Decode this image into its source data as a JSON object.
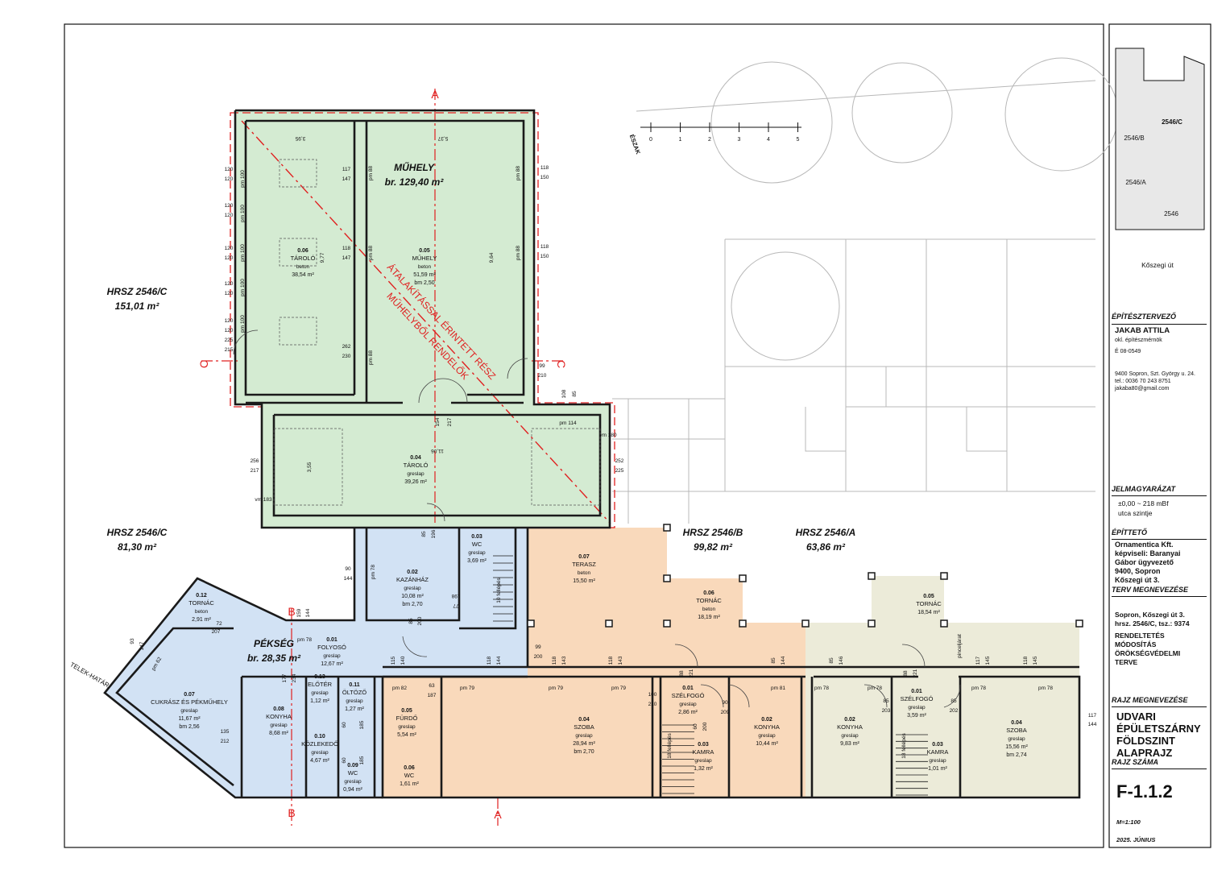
{
  "colors": {
    "green_zone": "#d4ebd2",
    "blue_zone": "#d2e2f4",
    "orange_zone": "#f9d9bb",
    "beige_zone": "#ecebd9",
    "wall": "#1a1a1a",
    "red_marker": "#e02020",
    "landscape_lines": "#b8b8b8"
  },
  "parcels": [
    {
      "name": "HRSZ 2546/C",
      "area": "151,01 m²"
    },
    {
      "name": "HRSZ 2546/C",
      "area": "81,30 m²"
    },
    {
      "name": "HRSZ 2546/B",
      "area": "99,82 m²"
    },
    {
      "name": "HRSZ 2546/A",
      "area": "63,86 m²"
    }
  ],
  "zones": {
    "muhely": {
      "title": "MŰHELY",
      "area": "br. 129,40 m²"
    },
    "pekseg": {
      "title": "PÉKSÉG",
      "area": "br. 28,35 m²"
    }
  },
  "diagonal_note": [
    "ÁTALAKÍTÁSSAL ÉRINTETT RÉSZ",
    "MŰHELYBŐL RENDELŐK"
  ],
  "rooms": [
    {
      "num": "0.06",
      "name": "TÁROLÓ",
      "floor": "beton",
      "area": "38,54 m²",
      "extra": ""
    },
    {
      "num": "0.05",
      "name": "MŰHELY",
      "floor": "beton",
      "area": "51,59 m²",
      "extra": "bm 2,50"
    },
    {
      "num": "0.04",
      "name": "TÁROLÓ",
      "floor": "greslap",
      "area": "39,26 m²",
      "extra": ""
    },
    {
      "num": "0.03",
      "name": "WC",
      "floor": "greslap",
      "area": "3,69 m²",
      "extra": ""
    },
    {
      "num": "0.02",
      "name": "KAZÁNHÁZ",
      "floor": "greslap",
      "area": "10,08 m²",
      "extra": "bm 2,70"
    },
    {
      "num": "0.12",
      "name": "TORNÁC",
      "floor": "beton",
      "area": "2,91 m²",
      "extra": ""
    },
    {
      "num": "0.01",
      "name": "FOLYOSÓ",
      "floor": "greslap",
      "area": "12,67 m²",
      "extra": ""
    },
    {
      "num": "0.07",
      "name": "CUKRÁSZ ÉS PÉKMŰHELY",
      "floor": "greslap",
      "area": "11,67 m²",
      "extra": "bm 2,56"
    },
    {
      "num": "0.08",
      "name": "KONYHA",
      "floor": "greslap",
      "area": "8,68 m²",
      "extra": ""
    },
    {
      "num": "0.13",
      "name": "ELŐTÉR",
      "floor": "greslap",
      "area": "1,12 m²",
      "extra": ""
    },
    {
      "num": "0.11",
      "name": "ÖLTÖZŐ",
      "floor": "greslap",
      "area": "1,27 m²",
      "extra": ""
    },
    {
      "num": "0.10",
      "name": "KÖZLEKEDŐ",
      "floor": "greslap",
      "area": "4,67 m²",
      "extra": ""
    },
    {
      "num": "0.09",
      "name": "WC",
      "floor": "greslap",
      "area": "0,94 m²",
      "extra": ""
    },
    {
      "num": "0.07",
      "name": "TERASZ",
      "floor": "beton",
      "area": "15,50 m²",
      "extra": ""
    },
    {
      "num": "0.06",
      "name": "TORNÁC",
      "floor": "beton",
      "area": "18,19 m²",
      "extra": ""
    },
    {
      "num": "0.05",
      "name": "TORNÁC",
      "floor": "",
      "area": "18,54 m²",
      "extra": ""
    },
    {
      "num": "0.05",
      "name": "FÜRDŐ",
      "floor": "greslap",
      "area": "5,54 m²",
      "extra": ""
    },
    {
      "num": "0.06",
      "name": "WC",
      "floor": "",
      "area": "1,61 m²",
      "extra": ""
    },
    {
      "num": "0.04",
      "name": "SZOBA",
      "floor": "greslap",
      "area": "28,94 m²",
      "extra": "bm 2,70"
    },
    {
      "num": "0.01",
      "name": "SZÉLFOGÓ",
      "floor": "greslap",
      "area": "2,86 m²",
      "extra": ""
    },
    {
      "num": "0.03",
      "name": "KAMRA",
      "floor": "greslap",
      "area": "1,32 m²",
      "extra": ""
    },
    {
      "num": "0.02",
      "name": "KONYHA",
      "floor": "greslap",
      "area": "10,44 m²",
      "extra": ""
    },
    {
      "num": "0.02",
      "name": "KONYHA",
      "floor": "greslap",
      "area": "9,83 m²",
      "extra": ""
    },
    {
      "num": "0.01",
      "name": "SZÉLFOGÓ",
      "floor": "greslap",
      "area": "3,59 m²",
      "extra": ""
    },
    {
      "num": "0.03",
      "name": "KAMRA",
      "floor": "greslap",
      "area": "1,01 m²",
      "extra": ""
    },
    {
      "num": "0.04",
      "name": "SZOBA",
      "floor": "greslap",
      "area": "15,56 m²",
      "extra": "bm 2,74"
    }
  ],
  "dims": [
    "3,95",
    "5,37",
    "9,77",
    "9,64",
    "11,06",
    "3,55",
    "120",
    "120",
    "120",
    "120",
    "120",
    "120",
    "120",
    "120",
    "120",
    "120",
    "pm 100",
    "pm 100",
    "pm 100",
    "pm 100",
    "pm 100",
    "225",
    "215",
    "117",
    "147",
    "118",
    "147",
    "262",
    "230",
    "pm 88",
    "pm 88",
    "pm 88",
    "pm 88",
    "pm 88",
    "118",
    "150",
    "118",
    "150",
    "99",
    "210",
    "108",
    "85",
    "154",
    "217",
    "pm 114",
    "vm 180",
    "256",
    "217",
    "252",
    "225",
    "vm 183",
    "90",
    "144",
    "pm 78",
    "85",
    "196",
    "77",
    "198",
    "85",
    "200",
    "10 fellépés",
    "93",
    "147",
    "72",
    "207",
    "pm 62",
    "177",
    "234",
    "135",
    "212",
    "159",
    "144",
    "pm 78",
    "115",
    "140",
    "118",
    "144",
    "99",
    "200",
    "118",
    "143",
    "118",
    "143",
    "88",
    "221",
    "85",
    "144",
    "85",
    "146",
    "88",
    "221",
    "117",
    "145",
    "118",
    "145",
    "117",
    "144",
    "100",
    "210",
    "90",
    "209",
    "pm 82",
    "63",
    "187",
    "pm 79",
    "pm 79",
    "pm 79",
    "pm 81",
    "pm 78",
    "pm 78",
    "pm 78",
    "pm 78",
    "85",
    "203",
    "85",
    "202",
    "18 fellépés",
    "18 fellépés",
    "60",
    "200",
    "60",
    "185",
    "60",
    "185",
    "pinceljárat"
  ],
  "section_markers": [
    "A",
    "A",
    "B",
    "B",
    "C",
    "C"
  ],
  "boundary_label": "TELEK-HATÁR",
  "scale_bar": {
    "labels": [
      "0",
      "1",
      "2",
      "3",
      "4",
      "5"
    ],
    "north": "ÉSZAK"
  },
  "keyplan": {
    "labels": [
      "2546/C",
      "2546/B",
      "2546/A",
      "2546"
    ],
    "street": "Kőszegi út"
  },
  "titleblock": {
    "architect_head": "ÉPÍTÉSZTERVEZŐ",
    "architect_name": "JAKAB ATTILA",
    "architect_title": "okl. építészmérnök",
    "architect_reg": "É 08-0549",
    "architect_address": "9400 Sopron, Szt. György u. 24.",
    "architect_tel": "tel.: 0036 70 243 8751",
    "architect_email": "jakaba80@gmail.com",
    "legend_head": "JELMAGYARÁZAT",
    "legend_line1": "±0,00 ~ 218 mBf",
    "legend_line2": "utca szintje",
    "client_head": "ÉPÍTTETŐ",
    "client_lines": [
      "Ornamentica Kft.",
      "képviseli: Baranyai",
      "Gábor ügyvezető",
      "9400, Sopron",
      "Kőszegi út 3."
    ],
    "plan_head": "TERV MEGNEVEZÉSE",
    "plan_lines": [
      "Sopron, Kőszegi út 3.",
      "hrsz.  2546/C,  tsz.: 9374"
    ],
    "plan_type_lines": [
      "RENDELTETÉS",
      "MÓDOSÍTÁS",
      "ÖRÖKSÉGVÉDELMI",
      "TERVE"
    ],
    "drawing_head": "RAJZ MEGNEVEZÉSE",
    "drawing_lines": [
      "UDVARI",
      "ÉPÜLETSZÁRNY",
      "FÖLDSZINT",
      "ALAPRAJZ"
    ],
    "number_head": "RAJZ SZÁMA",
    "number": "F-1.1.2",
    "scale": "M=1:100",
    "date": "2025. JÚNIUS"
  }
}
